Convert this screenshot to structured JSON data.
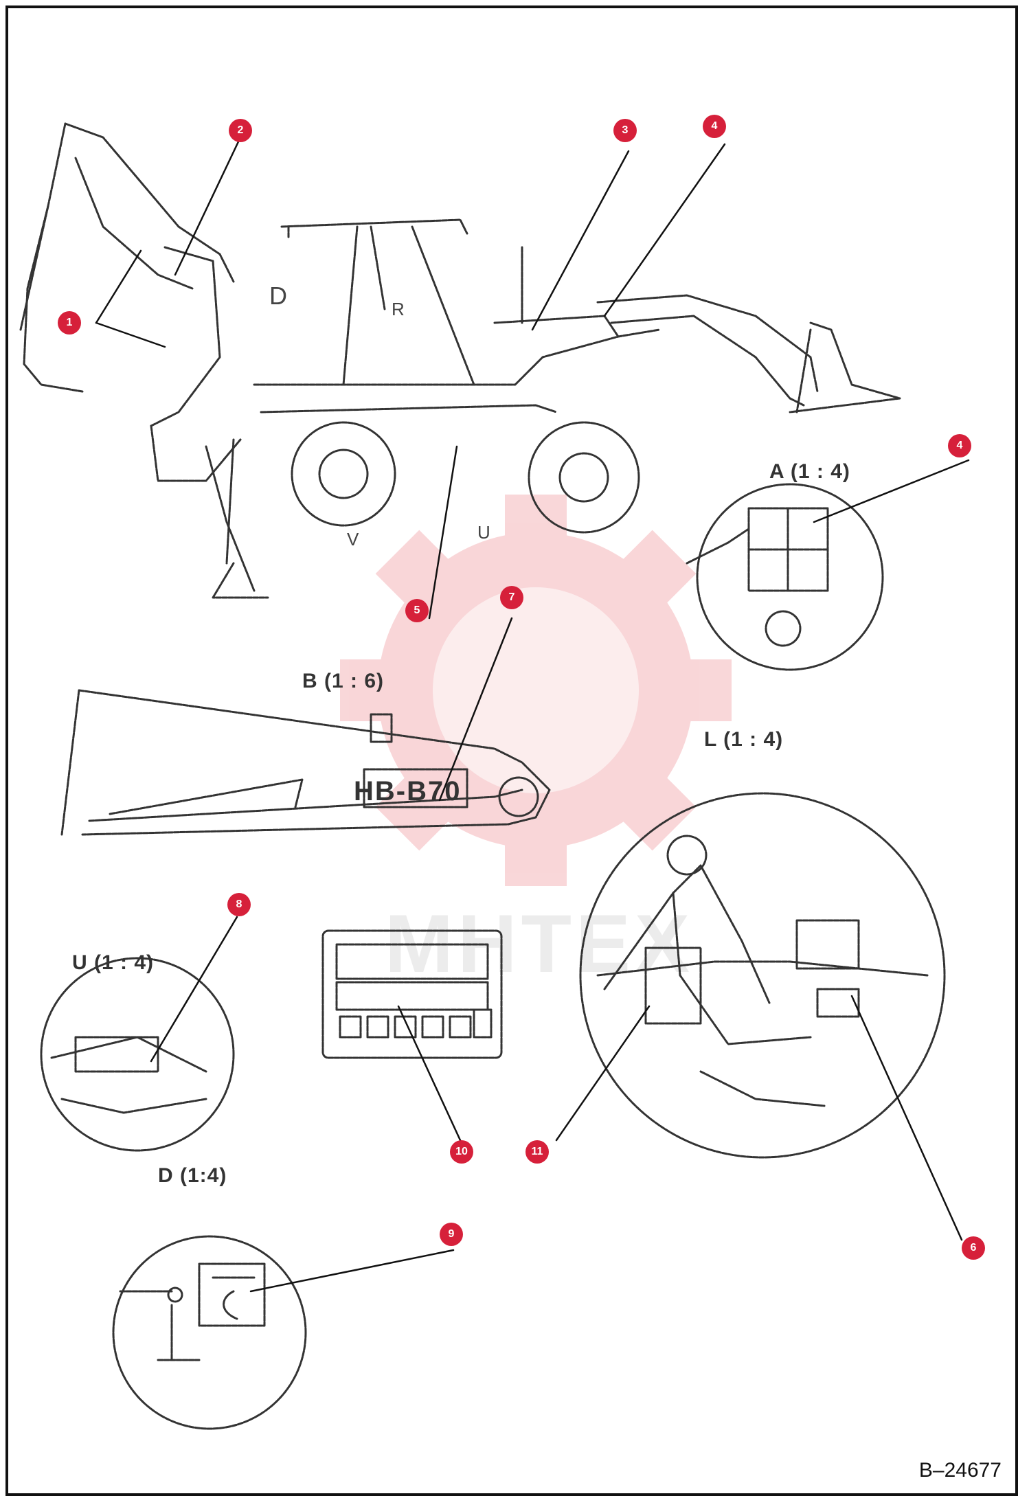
{
  "document": {
    "doc_number": "B–24677",
    "watermark_text": "МНТЕХ"
  },
  "view_labels": {
    "a": "A (1 : 4)",
    "b": "B (1 : 6)",
    "l": "L (1 : 4)",
    "u": "U (1 : 4)",
    "d": "D (1:4)"
  },
  "main_view_letters": {
    "d": "D",
    "r": "R",
    "u": "U",
    "v": "V"
  },
  "boom_marking": "HB-B70",
  "callouts": [
    "1",
    "2",
    "3",
    "4",
    "4",
    "5",
    "6",
    "7",
    "8",
    "9",
    "10",
    "11"
  ],
  "colors": {
    "callout": "#d6203a",
    "watermark": "#f3b8bd",
    "line": "#222222"
  }
}
